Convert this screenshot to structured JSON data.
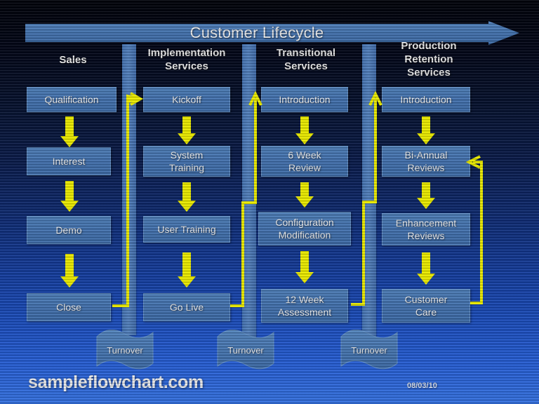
{
  "banner": {
    "title": "Customer Lifecycle",
    "arrow_color": "#4a7cbd"
  },
  "colors": {
    "box_fill": "#4a7cbd",
    "box_border": "#6f9ed4",
    "connector": "#ffff00",
    "lane_bar": "#4a7cc0",
    "text": "#ffffff"
  },
  "columns": [
    {
      "id": "sales",
      "header": "Sales",
      "steps": [
        {
          "label": "Qualification"
        },
        {
          "label": "Interest"
        },
        {
          "label": "Demo"
        },
        {
          "label": "Close"
        }
      ]
    },
    {
      "id": "implementation-services",
      "header": "Implementation\nServices",
      "header_line1": "Implementation",
      "header_line2": "Services",
      "steps": [
        {
          "label": "Kickoff"
        },
        {
          "label": "System\nTraining",
          "line1": "System",
          "line2": "Training"
        },
        {
          "label": "User Training"
        },
        {
          "label": "Go Live"
        }
      ]
    },
    {
      "id": "transitional-services",
      "header": "Transitional\nServices",
      "header_line1": "Transitional",
      "header_line2": "Services",
      "steps": [
        {
          "label": "Introduction"
        },
        {
          "label": "6 Week\nReview",
          "line1": "6 Week",
          "line2": "Review"
        },
        {
          "label": "Configuration\nModification",
          "line1": "Configuration",
          "line2": "Modification"
        },
        {
          "label": "12 Week\nAssessment",
          "line1": "12 Week",
          "line2": "Assessment"
        }
      ]
    },
    {
      "id": "production-retention-services",
      "header": "Production\nRetention\nServices",
      "header_line1": "Production",
      "header_line2": "Retention",
      "header_line3": "Services",
      "steps": [
        {
          "label": "Introduction"
        },
        {
          "label": "Bi-Annual\nReviews",
          "line1": "Bi-Annual",
          "line2": "Reviews"
        },
        {
          "label": "Enhancement\nReviews",
          "line1": "Enhancement",
          "line2": "Reviews"
        },
        {
          "label": "Customer\nCare",
          "line1": "Customer",
          "line2": "Care"
        }
      ]
    }
  ],
  "turnovers": [
    {
      "label": "Turnover"
    },
    {
      "label": "Turnover"
    },
    {
      "label": "Turnover"
    }
  ],
  "footer": {
    "brand": "sampleflowchart.com",
    "date": "08/03/10"
  }
}
